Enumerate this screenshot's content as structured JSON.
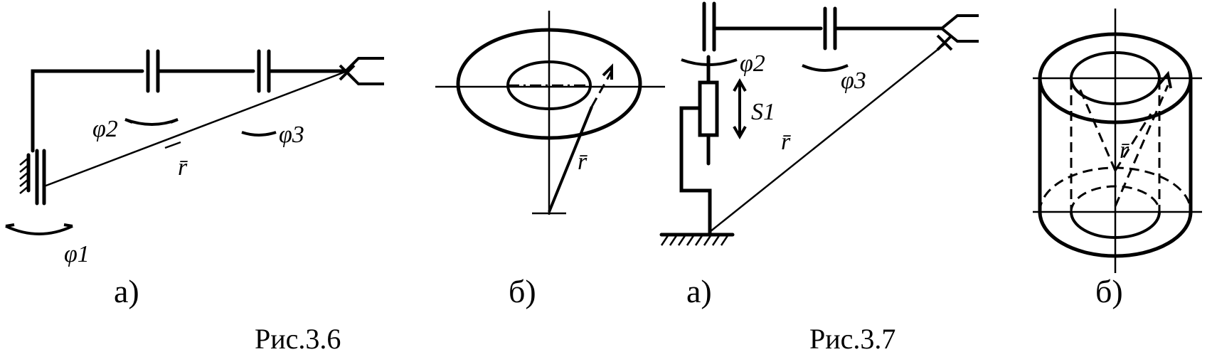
{
  "fig_3_6": {
    "part_a_label": "а)",
    "part_b_label": "б)",
    "caption": "Рис.3.6",
    "symbols": {
      "phi1": "φ1",
      "phi2": "φ2",
      "phi3": "φ3",
      "r_left": "r̄",
      "r_right": "r̄"
    }
  },
  "fig_3_7": {
    "part_a_label": "а)",
    "part_b_label": "б)",
    "caption": "Рис.3.7",
    "symbols": {
      "phi2": "φ2",
      "phi3": "φ3",
      "s1": "S1",
      "r_left": "r̄",
      "r_right": "r̄"
    }
  }
}
